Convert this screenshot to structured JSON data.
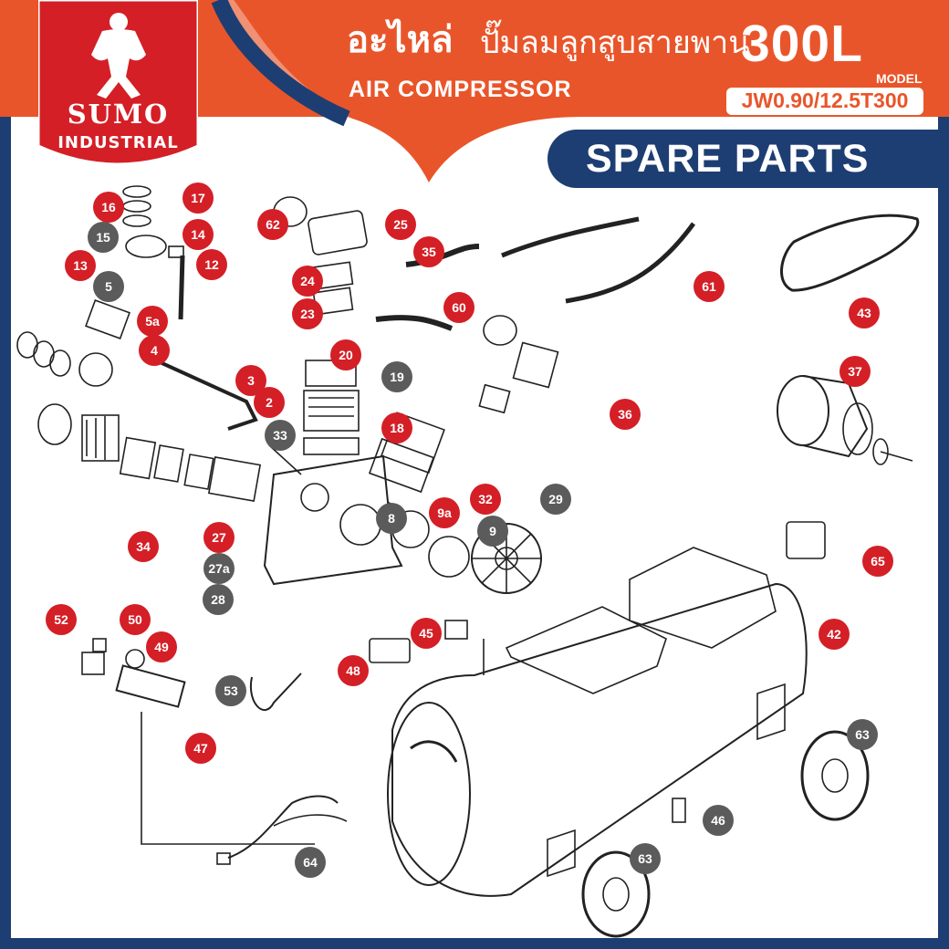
{
  "brand": {
    "name": "SUMO",
    "division": "INDUSTRIAL"
  },
  "header": {
    "title_thai_main": "อะไหล่",
    "title_thai_sub": "ปั๊มลมลูกสูบสายพาน",
    "subtitle": "AIR COMPRESSOR",
    "capacity": "300L",
    "model_label": "MODEL",
    "model_value": "JW0.90/12.5T300"
  },
  "banner": {
    "label": "SPARE PARTS"
  },
  "parts": [
    {
      "label": "16",
      "color": "red"
    },
    {
      "label": "17",
      "color": "red"
    },
    {
      "label": "15",
      "color": "gray"
    },
    {
      "label": "14",
      "color": "red"
    },
    {
      "label": "13",
      "color": "red"
    },
    {
      "label": "12",
      "color": "red"
    },
    {
      "label": "5",
      "color": "gray"
    },
    {
      "label": "5a",
      "color": "red"
    },
    {
      "label": "4",
      "color": "red"
    },
    {
      "label": "3",
      "color": "red"
    },
    {
      "label": "2",
      "color": "red"
    },
    {
      "label": "62",
      "color": "red"
    },
    {
      "label": "25",
      "color": "red"
    },
    {
      "label": "35",
      "color": "red"
    },
    {
      "label": "24",
      "color": "red"
    },
    {
      "label": "23",
      "color": "red"
    },
    {
      "label": "20",
      "color": "red"
    },
    {
      "label": "19",
      "color": "gray"
    },
    {
      "label": "33",
      "color": "gray"
    },
    {
      "label": "18",
      "color": "red"
    },
    {
      "label": "60",
      "color": "red"
    },
    {
      "label": "61",
      "color": "red"
    },
    {
      "label": "43",
      "color": "red"
    },
    {
      "label": "37",
      "color": "red"
    },
    {
      "label": "36",
      "color": "red"
    },
    {
      "label": "34",
      "color": "red"
    },
    {
      "label": "32",
      "color": "red"
    },
    {
      "label": "29",
      "color": "gray"
    },
    {
      "label": "9a",
      "color": "red"
    },
    {
      "label": "8",
      "color": "gray"
    },
    {
      "label": "9",
      "color": "gray"
    },
    {
      "label": "27",
      "color": "red"
    },
    {
      "label": "27a",
      "color": "gray"
    },
    {
      "label": "28",
      "color": "gray"
    },
    {
      "label": "65",
      "color": "red"
    },
    {
      "label": "42",
      "color": "red"
    },
    {
      "label": "52",
      "color": "red"
    },
    {
      "label": "50",
      "color": "red"
    },
    {
      "label": "49",
      "color": "red"
    },
    {
      "label": "45",
      "color": "red"
    },
    {
      "label": "48",
      "color": "red"
    },
    {
      "label": "53",
      "color": "gray"
    },
    {
      "label": "47",
      "color": "red"
    },
    {
      "label": "63",
      "color": "gray"
    },
    {
      "label": "46",
      "color": "gray"
    },
    {
      "label": "64",
      "color": "gray"
    },
    {
      "label": "63",
      "color": "gray"
    }
  ]
}
